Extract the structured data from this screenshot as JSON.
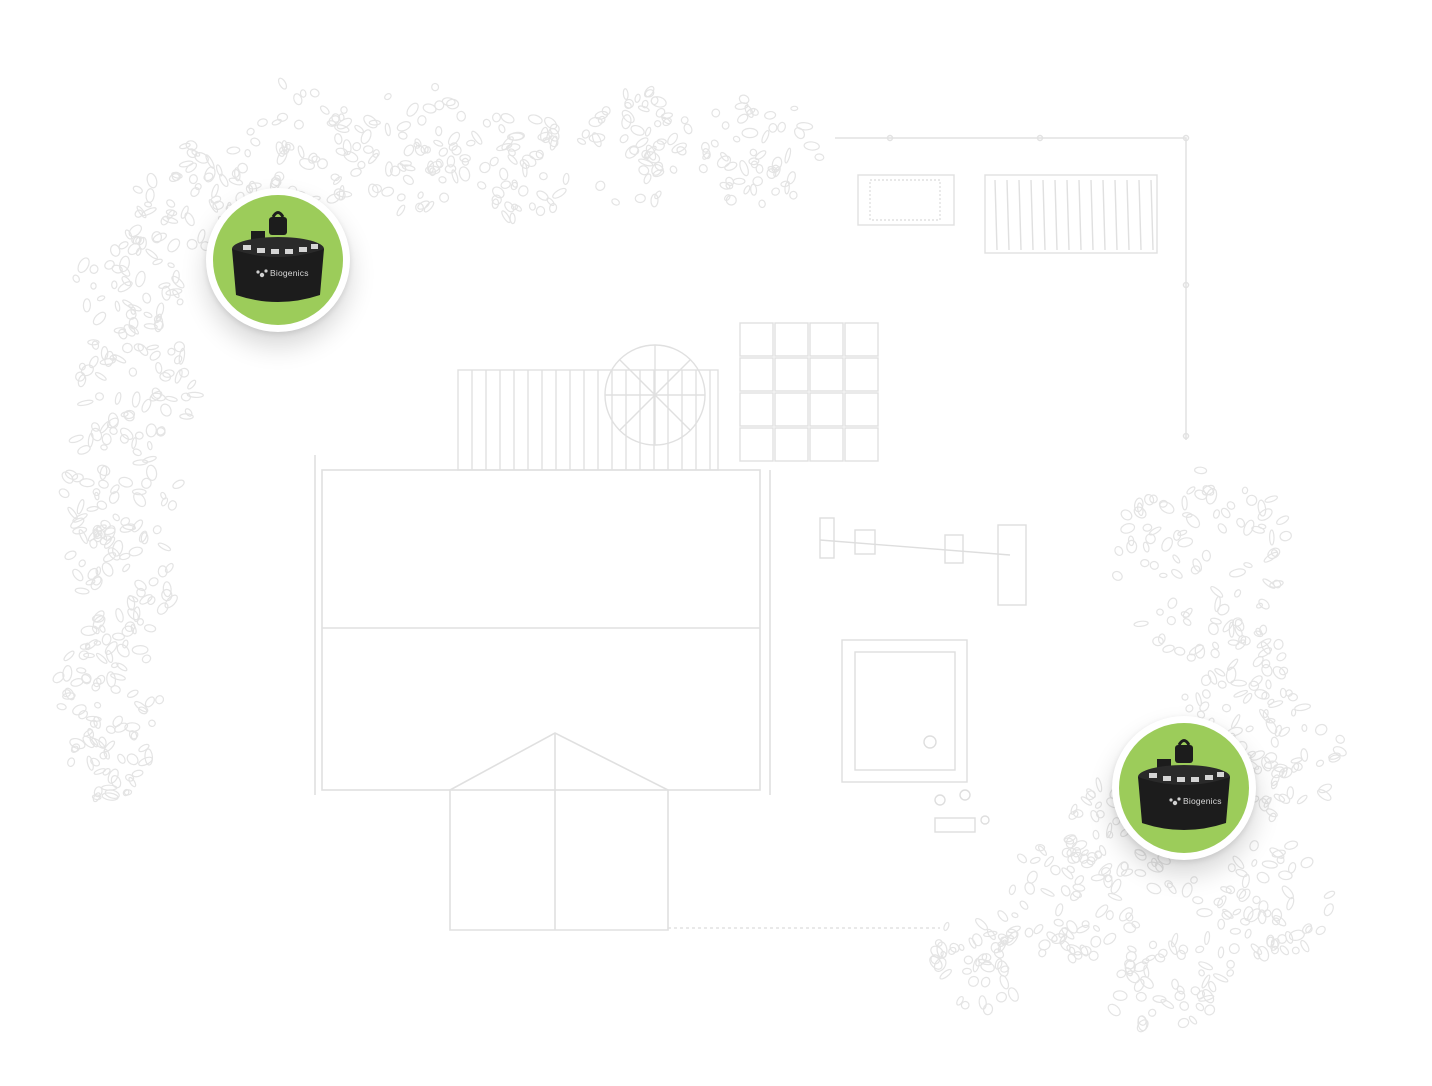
{
  "product": {
    "brand_label": "Biogenics",
    "accent_color": "#9ccc5a",
    "unit_color": "#1c1c1c"
  },
  "markers": [
    {
      "name": "product-marker-top-left"
    },
    {
      "name": "product-marker-bottom-right"
    }
  ],
  "sketch": {
    "line_color": "#e3e3e3",
    "foliage_color": "#e6e6e6"
  }
}
